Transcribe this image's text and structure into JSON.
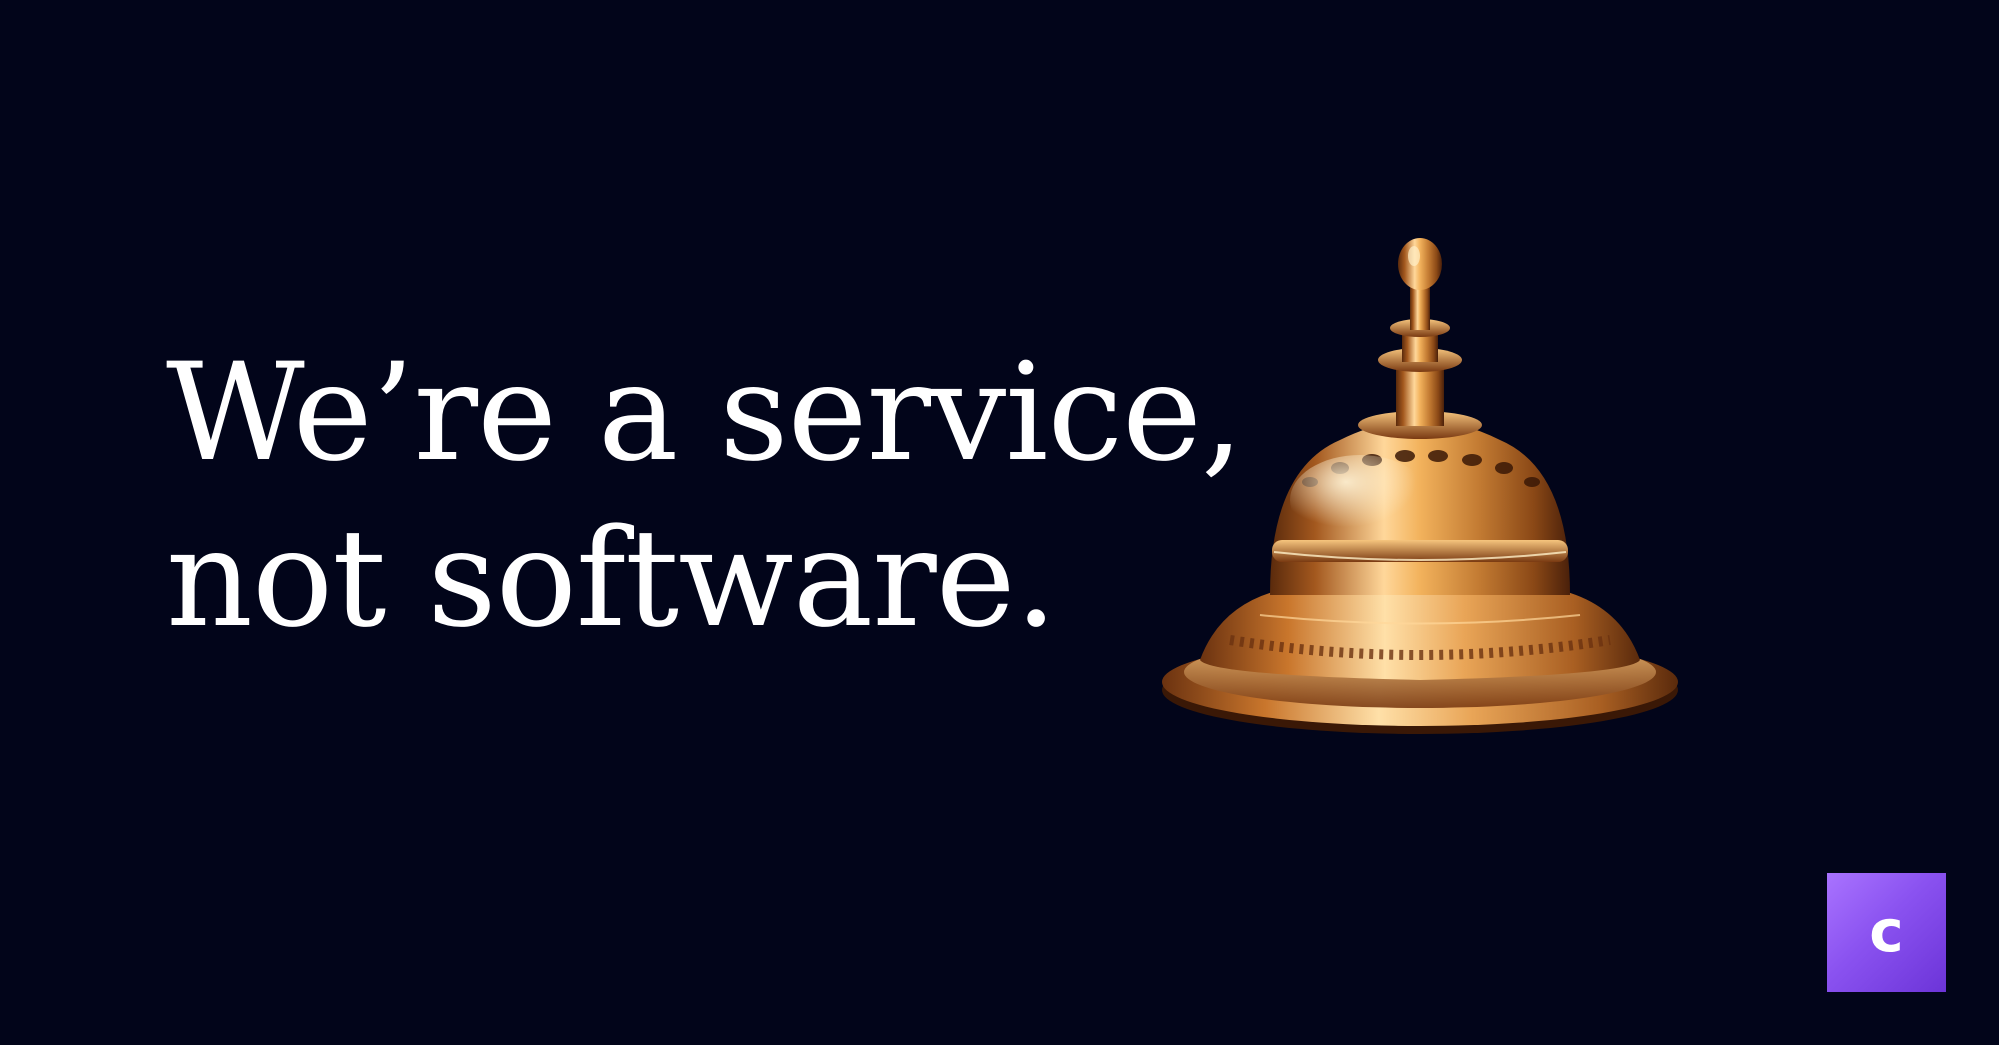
{
  "headline": {
    "line1": "We’re a service,",
    "line2": "not software."
  },
  "illustration": {
    "icon": "service-bell-icon"
  },
  "logo": {
    "letter": "c",
    "colors": {
      "start": "#a973ff",
      "end": "#6c34d8"
    }
  },
  "colors": {
    "background": "#02051a",
    "text": "#ffffff",
    "bell_gold": "#c98a3a"
  }
}
